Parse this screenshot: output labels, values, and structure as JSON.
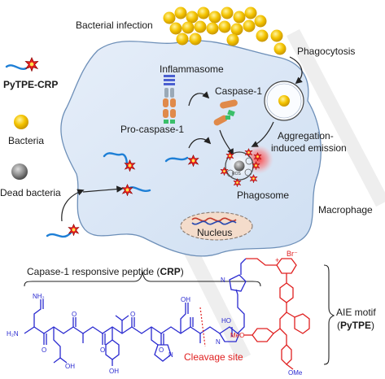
{
  "labels": {
    "bacterial_infection": "Bacterial infection",
    "phagocytosis": "Phagocytosis",
    "inflammasome": "Inflammasome",
    "caspase1": "Caspase-1",
    "pro_caspase1": "Pro-caspase-1",
    "aie_line1": "Aggregation-",
    "aie_line2": "induced emission",
    "phagosome": "Phagosome",
    "nucleus": "Nucleus",
    "macrophage": "Macrophage",
    "ros": "ROS"
  },
  "legend": {
    "probe": "PyTPE-CRP",
    "bacteria": "Bacteria",
    "dead_bacteria": "Dead bacteria"
  },
  "structure": {
    "crp_prefix": "Capase-1 responsive peptide (",
    "crp_abbrev": "CRP",
    "crp_suffix": ")",
    "aie_motif": "AIE motif",
    "pytpe_open": "(",
    "pytpe": "PyTPE",
    "pytpe_close": ")",
    "cleavage_site": "Cleavage site",
    "h2n": "H₂N",
    "nh2": "NH₂",
    "o": "O",
    "oh": "OH",
    "ho": "HO",
    "n": "N",
    "nh": "NH",
    "h": "H",
    "br": "Br⁻",
    "plus": "+",
    "meo": "MeO",
    "ome": "OMe"
  },
  "colors": {
    "cell_fill": "#dde8f6",
    "bacteria": "#f2c000",
    "peptide_blue": "#2a2ad0",
    "aie_red": "#e02020",
    "probe_blue": "#1e7fd6",
    "nucleus_fill": "#f4dccb"
  }
}
